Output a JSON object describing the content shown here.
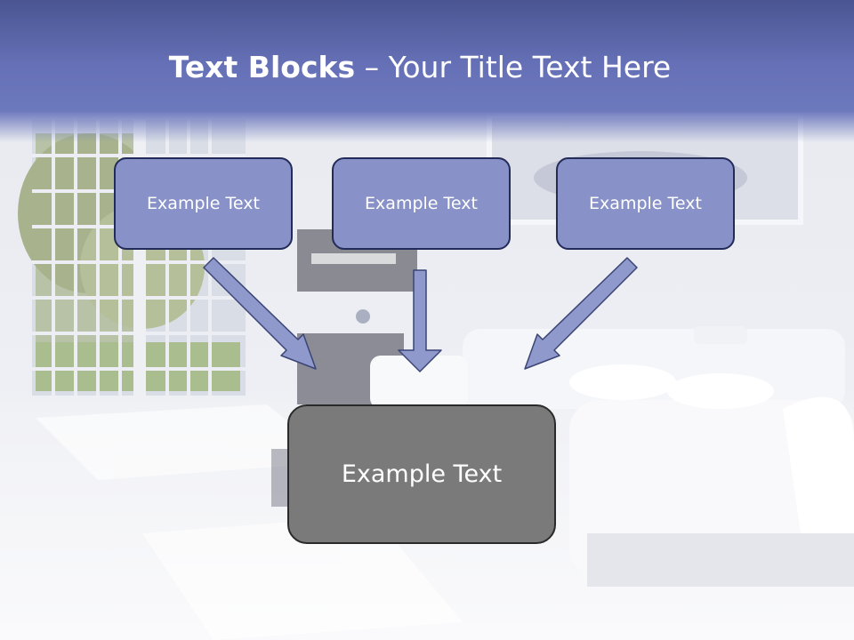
{
  "slide": {
    "title_bold": "Text Blocks",
    "title_dash": " – ",
    "title_rest": "Your Title Text Here"
  },
  "blocks": [
    {
      "label": "Example Text"
    },
    {
      "label": "Example Text"
    },
    {
      "label": "Example Text"
    }
  ],
  "center_block": {
    "label": "Example Text"
  },
  "colors": {
    "title_band": "#6a76b8",
    "block_fill": "#8892c8",
    "block_border": "#232b58",
    "center_fill": "#7a7a7a",
    "arrow_fill": "#8f99cc",
    "arrow_stroke": "#3a4575"
  },
  "background": {
    "subject": "living-room-photo"
  }
}
